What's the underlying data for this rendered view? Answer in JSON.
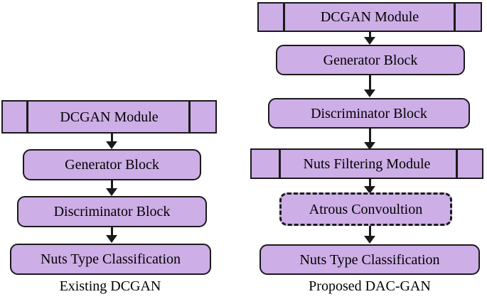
{
  "diagram": {
    "title_left": "Existing DCGAN",
    "title_right": "Proposed DAC-GAN",
    "colors": {
      "block_fill": "#cdaee6",
      "stroke": "#1a1a1a",
      "background": "#ffffff"
    },
    "left_pipeline": {
      "caption": "Existing DCGAN",
      "nodes": [
        {
          "label": "DCGAN Module",
          "shape": "bar-with-flanks"
        },
        {
          "label": "Generator Block",
          "shape": "rounded"
        },
        {
          "label": "Discriminator Block",
          "shape": "rounded"
        },
        {
          "label": "Nuts Type Classification",
          "shape": "rounded"
        }
      ]
    },
    "right_pipeline": {
      "caption": "Proposed DAC-GAN",
      "nodes": [
        {
          "label": "DCGAN Module",
          "shape": "bar-with-flanks"
        },
        {
          "label": "Generator Block",
          "shape": "rounded"
        },
        {
          "label": "Discriminator Block",
          "shape": "rounded"
        },
        {
          "label": "Nuts Filtering Module",
          "shape": "bar-with-flanks"
        },
        {
          "label": "Atrous Convoultion",
          "shape": "rounded-dashed"
        },
        {
          "label": "Nuts Type Classification",
          "shape": "rounded"
        }
      ]
    }
  }
}
